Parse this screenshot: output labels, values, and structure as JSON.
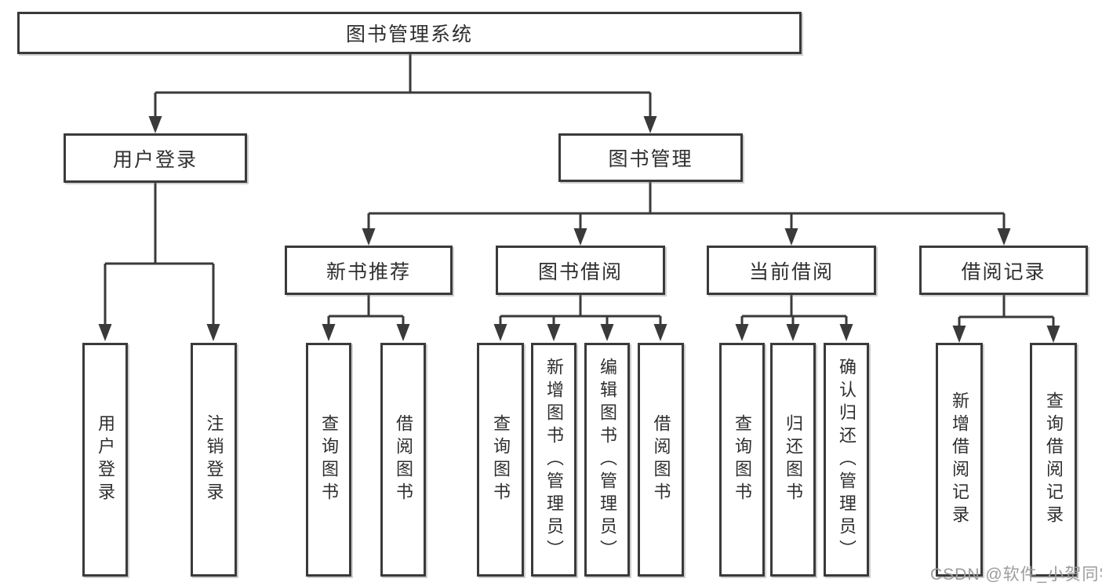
{
  "nodes": {
    "root": {
      "label": "图书管理系统"
    },
    "user_login": {
      "label": "用户登录"
    },
    "book_management": {
      "label": "图书管理"
    },
    "new_book_recommendation": {
      "label": "新书推荐"
    },
    "book_borrowing": {
      "label": "图书借阅"
    },
    "current_borrowing": {
      "label": "当前借阅"
    },
    "borrowing_records": {
      "label": "借阅记录"
    },
    "leaf_user_login": {
      "label": "用户登录"
    },
    "leaf_logout": {
      "label": "注销登录"
    },
    "leaf_recommend_query_book": {
      "label": "查询图书"
    },
    "leaf_recommend_borrow_book": {
      "label": "借阅图书"
    },
    "leaf_borrowing_query_book": {
      "label": "查询图书"
    },
    "leaf_borrowing_add_book_admin": {
      "label": "新增图书（管理员）"
    },
    "leaf_borrowing_edit_book_admin": {
      "label": "编辑图书（管理员）"
    },
    "leaf_borrowing_borrow_book": {
      "label": "借阅图书"
    },
    "leaf_current_query_book": {
      "label": "查询图书"
    },
    "leaf_current_return_book": {
      "label": "归还图书"
    },
    "leaf_current_confirm_return_admin": {
      "label": "确认归还（管理员）"
    },
    "leaf_records_add_record": {
      "label": "新增借阅记录"
    },
    "leaf_records_query_record": {
      "label": "查询借阅记录"
    }
  },
  "watermark": {
    "text": "CSDN @软件_小贺同学",
    "color": "#9c9c9c"
  },
  "colors": {
    "line": "#3a3a3a",
    "border": "#3a3a3a",
    "text": "#2f2f2f",
    "background": "#ffffff"
  }
}
